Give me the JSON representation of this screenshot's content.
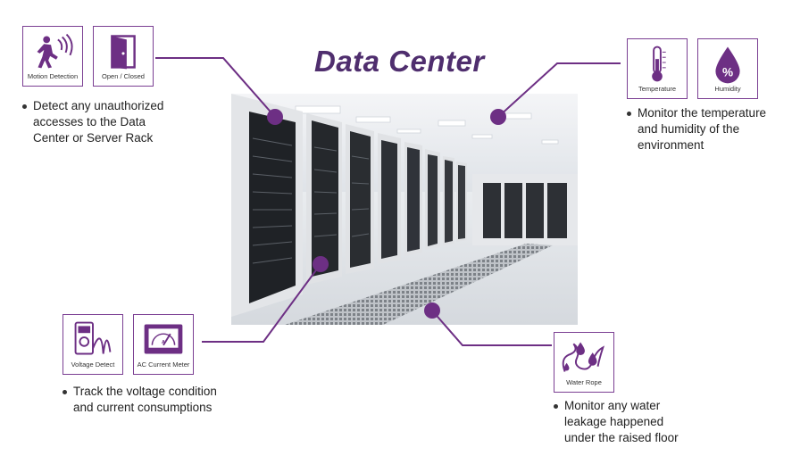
{
  "title": "Data Center",
  "accent_color": "#7b3f93",
  "groups": {
    "access": {
      "icons": [
        {
          "label": "Motion Detection",
          "icon": "motion-detection-icon"
        },
        {
          "label": "Open / Closed",
          "icon": "door-icon"
        }
      ],
      "text": "Detect any unauthorized\naccesses to the Data\nCenter or Server Rack"
    },
    "environment": {
      "icons": [
        {
          "label": "Temperature",
          "icon": "thermometer-icon"
        },
        {
          "label": "Humidity",
          "icon": "humidity-drop-icon"
        }
      ],
      "text": "Monitor the temperature\nand humidity of the\nenvironment"
    },
    "power": {
      "icons": [
        {
          "label": "Voltage Detect",
          "icon": "multimeter-icon"
        },
        {
          "label": "AC Current Meter",
          "icon": "ac-meter-icon"
        }
      ],
      "text": "Track the voltage condition\nand current consumptions"
    },
    "water": {
      "icons": [
        {
          "label": "Water Rope",
          "icon": "water-rope-icon"
        }
      ],
      "text": "Monitor any water\nleakage happened\nunder the raised floor"
    }
  }
}
